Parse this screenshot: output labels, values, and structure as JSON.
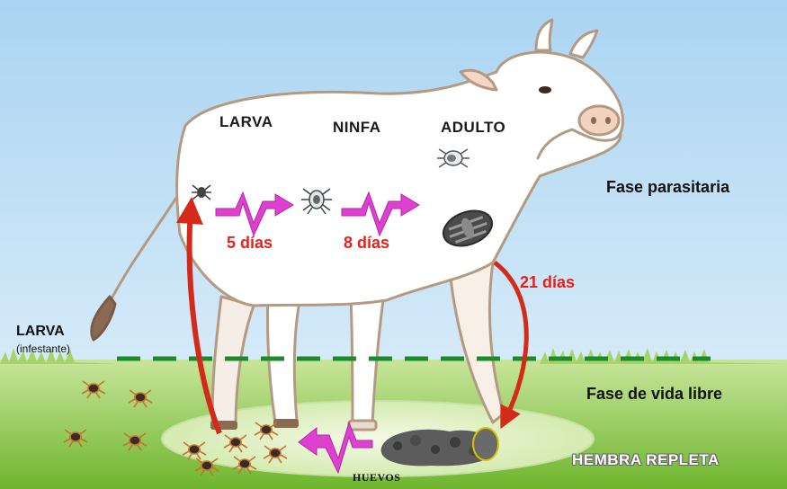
{
  "stages": {
    "larva": "LARVA",
    "ninfa": "NINFA",
    "adulto": "ADULTO"
  },
  "durations": {
    "larva_to_ninfa": "5 días",
    "ninfa_to_adulto": "8 días",
    "adulto_to_ground": "21 días"
  },
  "phases": {
    "parasitic": "Fase parasitaria",
    "free_living": "Fase de vida libre"
  },
  "ground": {
    "larva_infestante_title": "LARVA",
    "larva_infestante_sub": "(infestante)",
    "engorged_female": "HEMBRA REPLETA",
    "eggs": "HUEVOS"
  },
  "colors": {
    "sky": "#bfe0f7",
    "grass": "#8cc63f",
    "dashed_line": "#1e8a2c",
    "zigzag_arrow": "#e040d0",
    "cycle_arrow": "#d42a1a",
    "day_text": "#e8201a",
    "cow_body": "#ffffff",
    "cow_outline": "#b49a82"
  },
  "icons": [
    "tick-larva-icon",
    "tick-nymph-icon",
    "tick-adult-icon",
    "engorged-female-tick-icon",
    "egg-mass-icon",
    "zigzag-arrow-icon",
    "cycle-arrow-icon",
    "cow-illustration"
  ]
}
